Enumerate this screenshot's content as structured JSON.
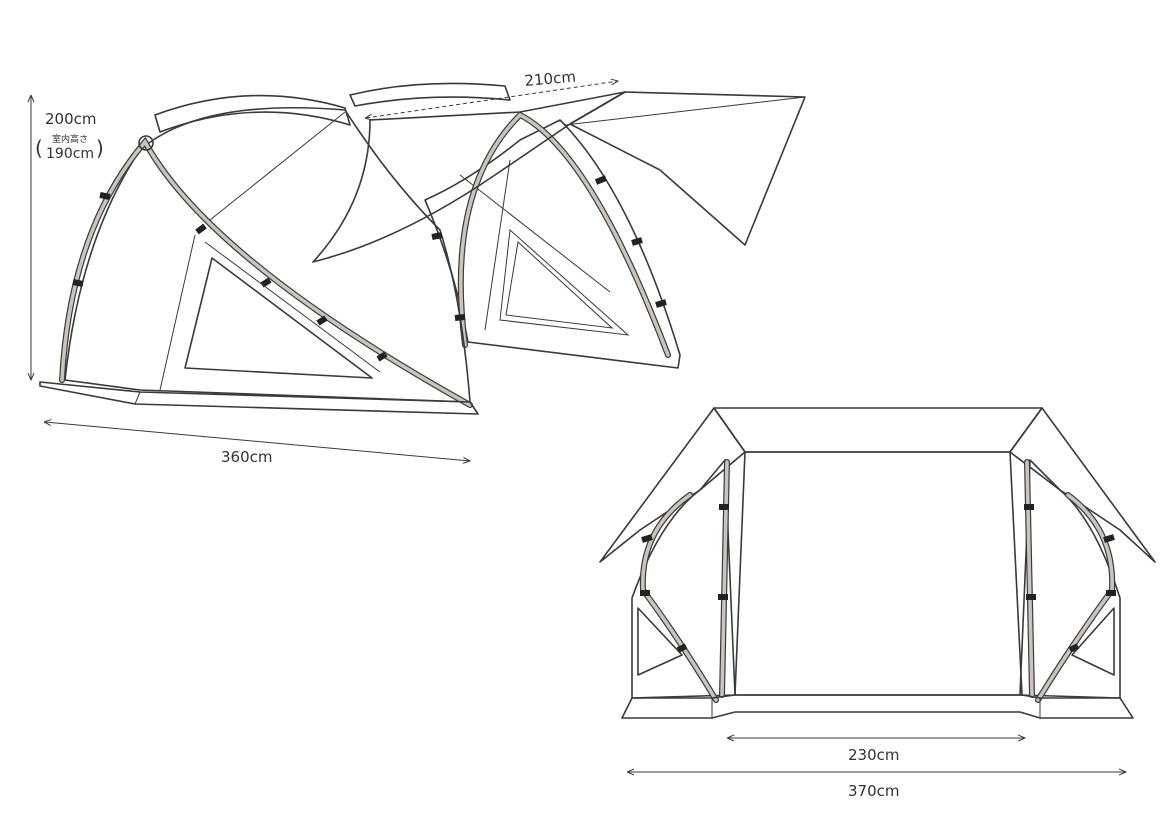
{
  "side_view": {
    "height_label": "200cm",
    "inner_height_caption": "室内高さ",
    "inner_height_value": "190cm",
    "length_label": "360cm",
    "tarp_label": "210cm"
  },
  "front_view": {
    "inner_width_label": "230cm",
    "outer_width_label": "370cm"
  },
  "colors": {
    "line": "#3a3a3a",
    "shaded_panel": "#dcdcdc",
    "pole_fill": "#c9c4bc"
  }
}
